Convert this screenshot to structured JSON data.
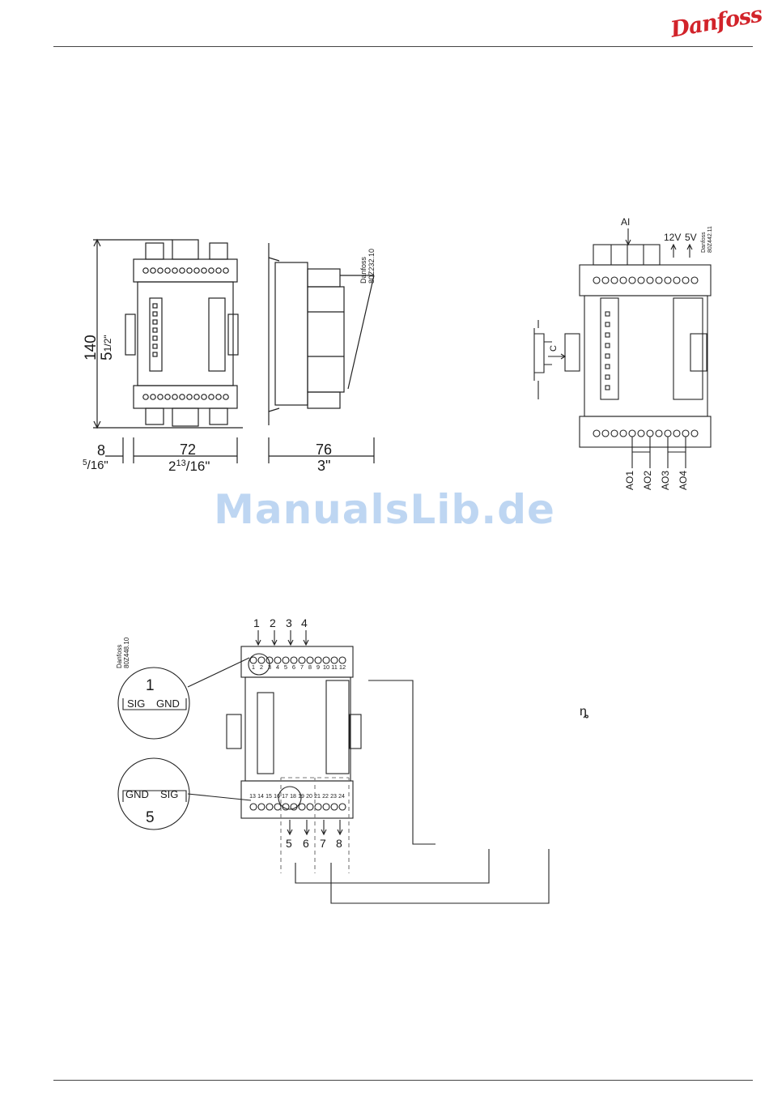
{
  "header": {
    "logo_text": "Danfoss",
    "brand_color": "#d2232a"
  },
  "watermark": {
    "text": "ManualsLib.de",
    "color": "#a9c9ee"
  },
  "diagram1": {
    "code": "Danfoss\n80Z232.10",
    "height_mm": "140",
    "height_in_whole": "5",
    "height_in_frac": "1/2\"",
    "left_mm": "8",
    "left_in_num": "5",
    "left_in_den": "/16\"",
    "width_mm": "72",
    "width_in_whole": "2",
    "width_in_num": "13",
    "width_in_den": "/16\"",
    "depth_mm": "76",
    "depth_in": "3\""
  },
  "diagram2": {
    "code": "Danfoss\n80Z442.11",
    "ai_label": "AI",
    "v12_label": "12V",
    "v5_label": "5V",
    "rail_label": "C",
    "outputs": [
      "AO1",
      "AO2",
      "AO3",
      "AO4"
    ]
  },
  "diagram3": {
    "code": "Danfoss\n80Z448.10",
    "top_numbers": [
      "1",
      "2",
      "3",
      "4"
    ],
    "top_terminals": [
      "1",
      "2",
      "3",
      "4",
      "5",
      "6",
      "7",
      "8",
      "9",
      "10",
      "11",
      "12"
    ],
    "bottom_terminals": [
      "13",
      "14",
      "15",
      "16",
      "17",
      "18",
      "19",
      "20",
      "21",
      "22",
      "23",
      "24"
    ],
    "bottom_numbers": [
      "5",
      "6",
      "7",
      "8"
    ],
    "callout1": {
      "number": "1",
      "left": "SIG",
      "right": "GND"
    },
    "callout5": {
      "number": "5",
      "left": "GND",
      "right": "SIG"
    },
    "stray_glyph": "ȵ"
  }
}
